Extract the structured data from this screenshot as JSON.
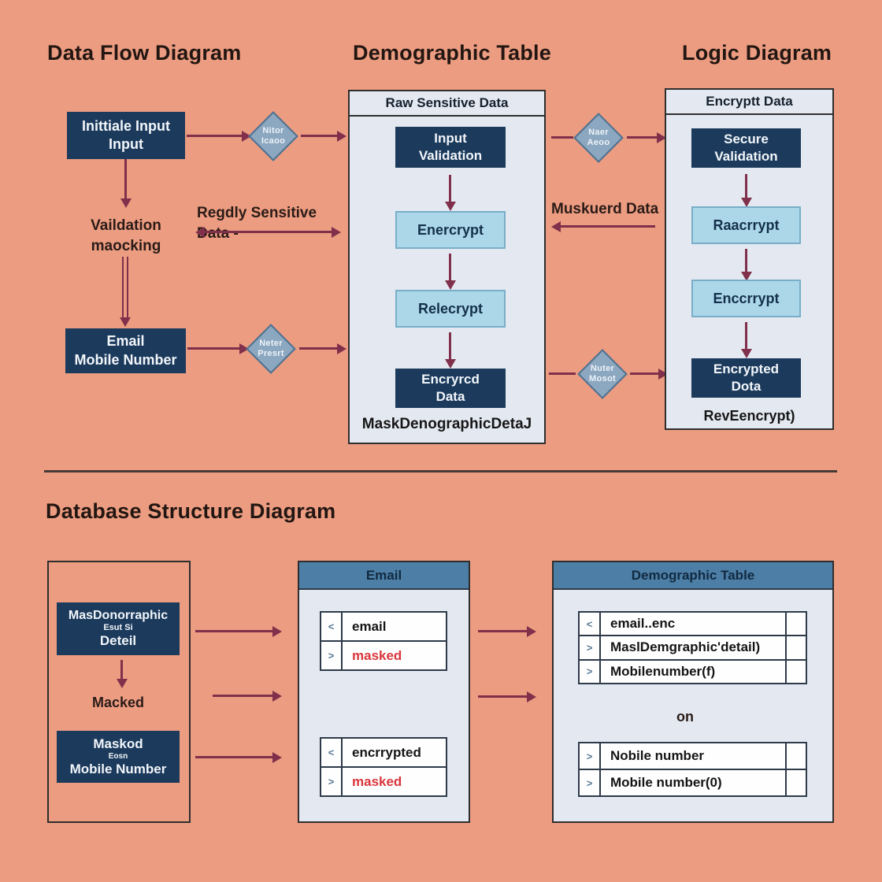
{
  "titles": {
    "flow": "Data Flow Diagram",
    "demographic": "Demographic Table",
    "logic": "Logic Diagram",
    "database": "Database Structure Diagram"
  },
  "flow": {
    "box_initial": [
      "Inittiale Input",
      "Input"
    ],
    "diamond_top": [
      "Nitor",
      "Icaoo"
    ],
    "validation_label": [
      "Vaildation",
      "maocking"
    ],
    "sensitive_arrow_label": "Regdly Sensitive Data -",
    "box_email": [
      "Email",
      "Mobile Number"
    ],
    "diamond_bottom": [
      "Neter",
      "Presrt"
    ],
    "masked_arrow_label": "Muskuerd Data",
    "diamond_mid_top": [
      "Naer",
      "Aeoo"
    ],
    "diamond_mid_bottom": [
      "Nuter",
      "Mosot"
    ]
  },
  "raw_panel": {
    "header": "Raw Sensitive Data",
    "step1": [
      "Input",
      "Validation"
    ],
    "step2": "Enercrypt",
    "step3": "Relecrypt",
    "step4": [
      "Encryrcd",
      "Data"
    ],
    "caption": "MaskDenographicDetaJ"
  },
  "logic_panel": {
    "header": "Encryptt Data",
    "step1": [
      "Secure",
      "Validation"
    ],
    "step2": "Raacrrypt",
    "step3": "Enccrrypt",
    "step4": [
      "Encrypted",
      "Dota"
    ],
    "caption": "RevEencrypt)"
  },
  "db": {
    "left": {
      "box_top": [
        "MasDonorraphic",
        "Esut Si",
        "Deteil"
      ],
      "masked_label": "Macked",
      "box_bottom": [
        "Maskod",
        "Eosn",
        "Mobile Number"
      ]
    },
    "email_panel": {
      "header": "Email",
      "t1r1_icon": "<",
      "t1r1_text": "email",
      "t1r2_icon": ">",
      "t1r2_text": "masked",
      "t2r1_icon": "<",
      "t2r1_text": "encrrypted",
      "t2r2_icon": ">",
      "t2r2_text": "masked"
    },
    "demo_panel": {
      "header": "Demographic Table",
      "t1r1_icon": "<",
      "t1r1_text": "email..enc",
      "t1r2_icon": ">",
      "t1r2_text": "MaslDemgraphic'detail)",
      "t1r3_icon": ">",
      "t1r3_text": "Mobilenumber(f)",
      "on_label": "on",
      "t2r1_icon": ">",
      "t2r1_text": "Nobile number",
      "t2r2_icon": ">",
      "t2r2_text": "Mobile number(0)"
    }
  },
  "colors": {
    "background": "#EC9C80",
    "navy_box": "#1C3A5C",
    "light_blue_box": "#ACD7E9",
    "panel_background": "#E4E9F1",
    "table_header_blue": "#4C7EA6",
    "diamond_fill": "#8CA7C0",
    "arrow": "#80304A",
    "masked_red": "#D9363C"
  }
}
